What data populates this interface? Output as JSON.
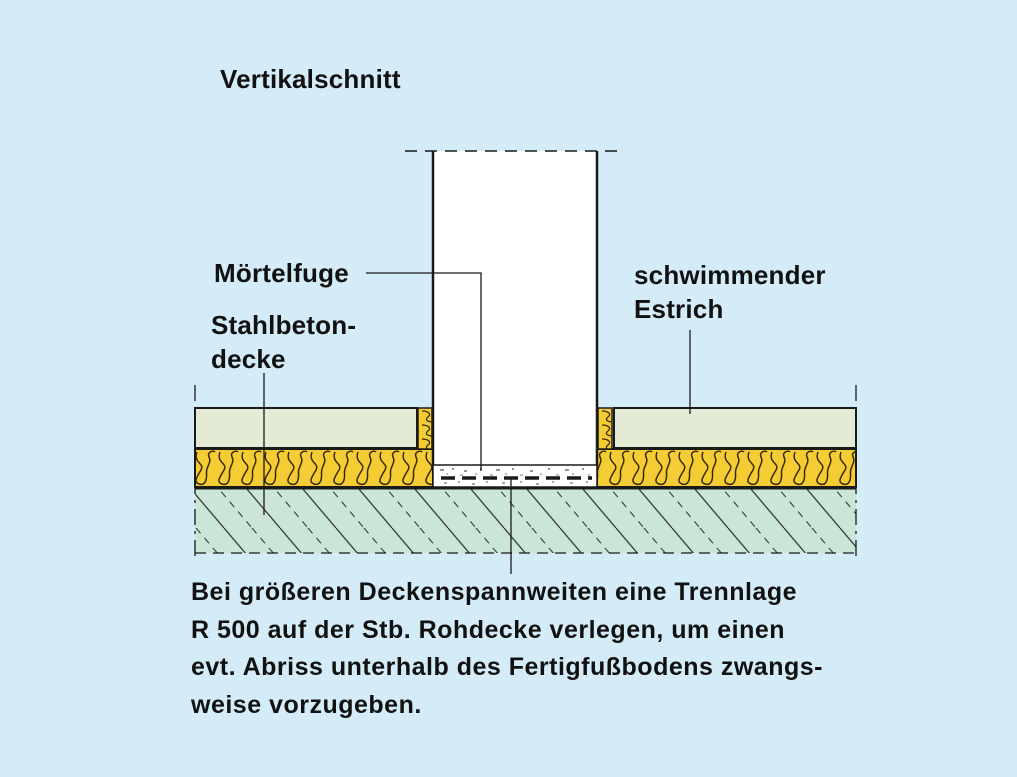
{
  "title": "Vertikalschnitt",
  "labels": {
    "moertelfuge": "Mörtelfuge",
    "stahlbeton": [
      "Stahlbeton-",
      "decke"
    ],
    "estrich": [
      "schwimmender",
      "Estrich"
    ]
  },
  "caption": [
    "Bei größeren Deckenspannweiten eine Trennlage",
    "R 500 auf der Stb. Rohdecke verlegen, um einen",
    "evt. Abriss unterhalb des Fertigfußbodens zwangs-",
    "weise vorzugeben."
  ],
  "colors": {
    "background": "#d4ecf8",
    "screed": "#e4ebd5",
    "insulation": "#f4cc34",
    "concrete": "#cbe6d6",
    "wall": "#ffffff",
    "line": "#1a1a1a"
  }
}
